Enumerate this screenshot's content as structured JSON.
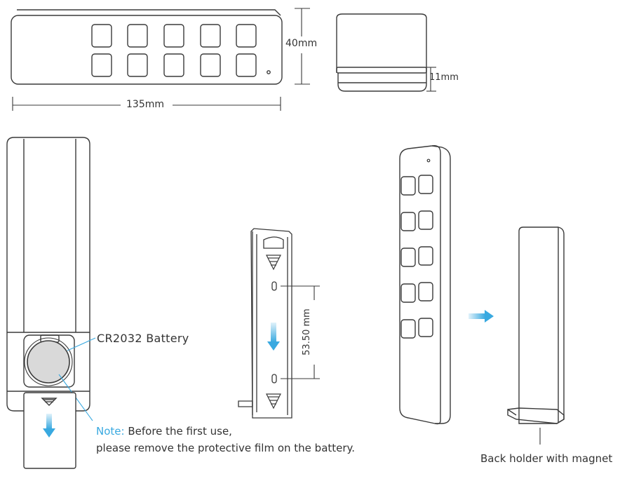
{
  "dimensions": {
    "length": "135mm",
    "height": "40mm",
    "thickness": "11mm",
    "screw_spacing": "53.50 mm"
  },
  "labels": {
    "battery": "CR2032 Battery",
    "note_label": "Note:",
    "note_line1": "Before the first use,",
    "note_line2": "please remove the protective film on the battery.",
    "back_holder": "Back holder with magnet"
  },
  "colors": {
    "outline": "#3a3a3a",
    "accent_arrow": "#39a9e0",
    "battery_fill": "#d9d9d9"
  }
}
